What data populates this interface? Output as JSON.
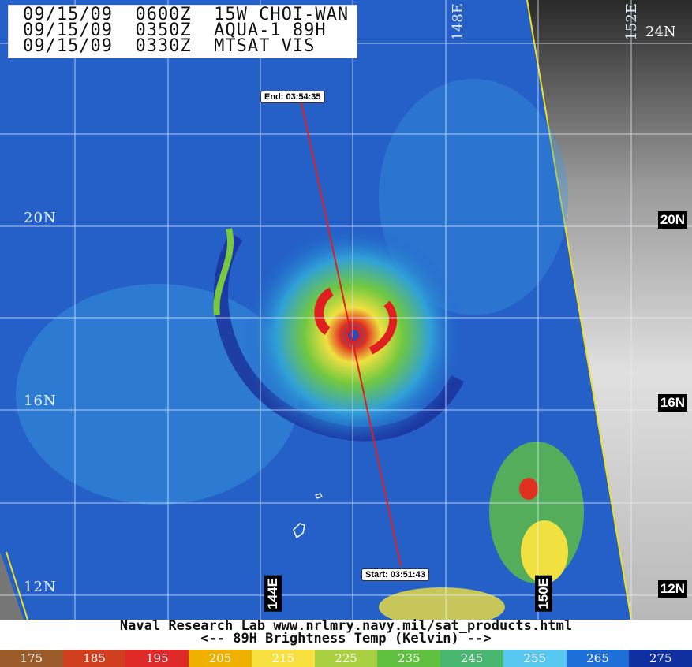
{
  "header": {
    "line1": "09/15/09  0600Z  15W CHOI-WAN",
    "line2": "09/15/09  0350Z  AQUA-1 89H",
    "line3": "09/15/09  0330Z  MTSAT VIS"
  },
  "latitude_labels": {
    "lat_20": "20N",
    "lat_16": "16N",
    "lat_12": "12N",
    "lat_24": "24N"
  },
  "longitude_labels": {
    "lon_144": "144E",
    "lon_148": "148E",
    "lon_150": "150E",
    "lon_152": "152E"
  },
  "overpass": {
    "end_label": "End: 03:54:35",
    "start_label": "Start: 03:51:43"
  },
  "footer": {
    "credit": "Naval Research Lab  www.nrlmry.navy.mil/sat_products.html",
    "legend_title": "<--    89H Brightness Temp (Kelvin)     -->"
  },
  "colorbar": {
    "labels": [
      "175",
      "185",
      "195",
      "205",
      "215",
      "225",
      "235",
      "245",
      "255",
      "265",
      "275"
    ],
    "colors": [
      "#9a5a2a",
      "#d04020",
      "#e02a2a",
      "#f0b000",
      "#f8e040",
      "#a8d040",
      "#60c040",
      "#48b870",
      "#58c8f0",
      "#1e6fd8",
      "#1030a0"
    ]
  }
}
